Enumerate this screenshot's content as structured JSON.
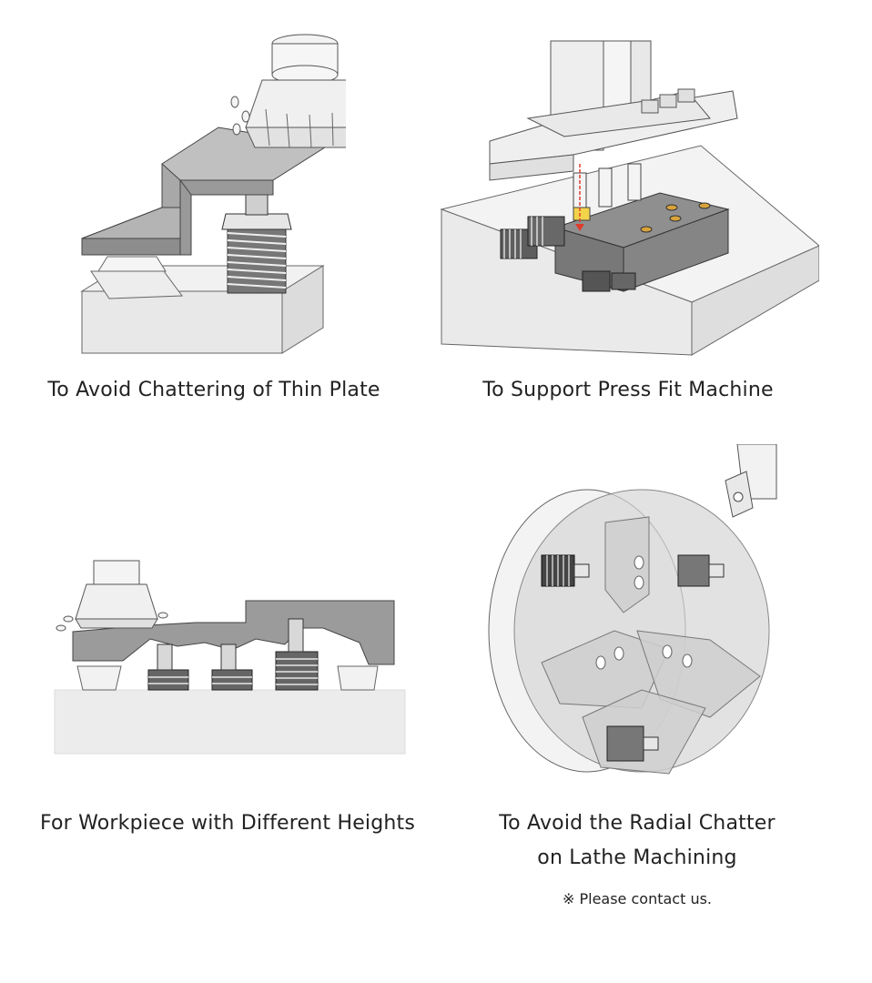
{
  "panels": [
    {
      "caption": "To Avoid Chattering of Thin Plate"
    },
    {
      "caption": "To Support Press Fit Machine"
    },
    {
      "caption": "For Workpiece with Different Heights"
    },
    {
      "caption_line1": "To Avoid the Radial Chatter",
      "caption_line2": "on Lathe Machining"
    }
  ],
  "note": "※ Please contact us."
}
